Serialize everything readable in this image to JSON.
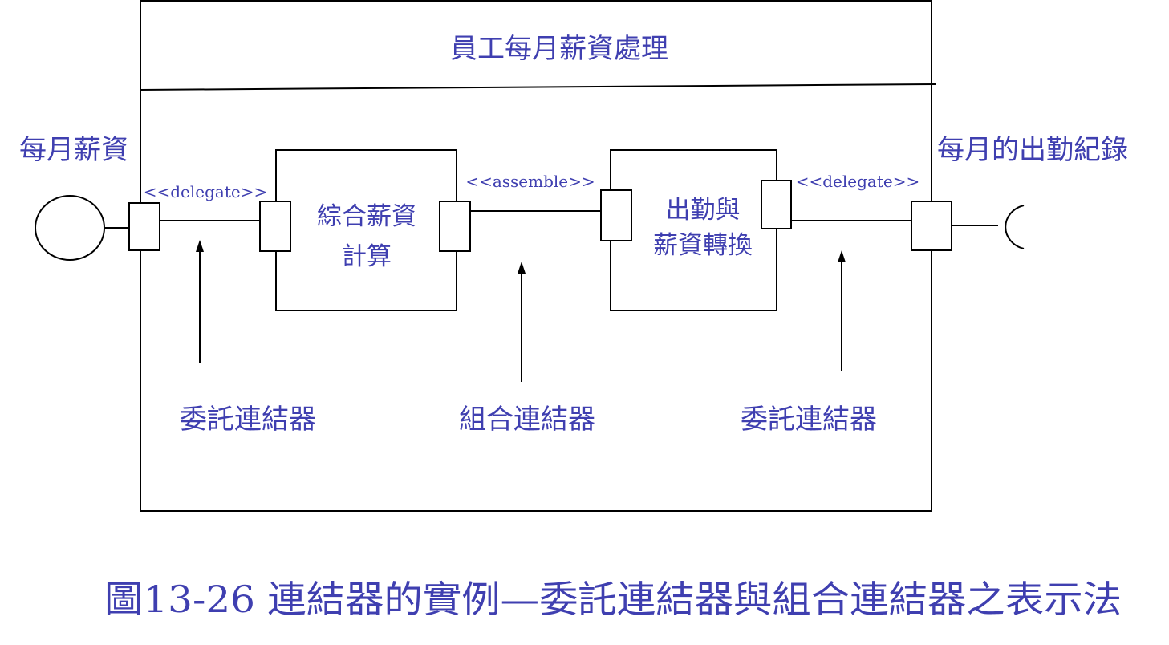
{
  "component": {
    "title": "員工每月薪資處理"
  },
  "provided_interface": {
    "label": "每月薪資"
  },
  "required_interface": {
    "label": "每月的出勤紀錄"
  },
  "parts": [
    {
      "lines": [
        "綜合薪資",
        "計算"
      ]
    },
    {
      "lines": [
        "出勤與",
        "薪資轉換"
      ]
    }
  ],
  "connectors": [
    {
      "stereotype": "<<delegate>>",
      "label": "委託連結器"
    },
    {
      "stereotype": "<<assemble>>",
      "label": "組合連結器"
    },
    {
      "stereotype": "<<delegate>>",
      "label": "委託連結器"
    }
  ],
  "caption": "圖13-26 連結器的實例—委託連結器與組合連結器之表示法",
  "colors": {
    "text": "#3f3fb0",
    "line": "#000000"
  }
}
